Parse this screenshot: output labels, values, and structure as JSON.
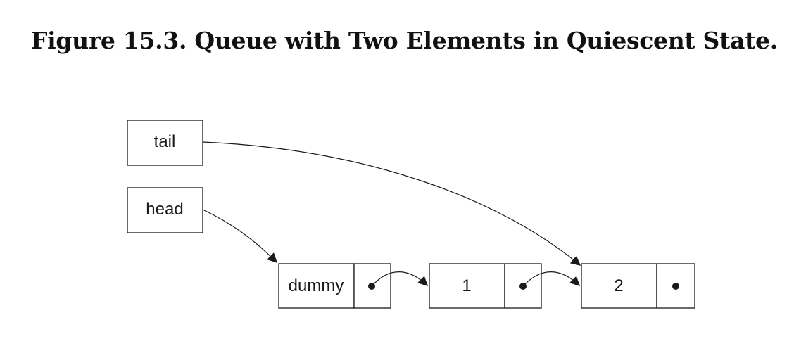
{
  "figure": {
    "title": "Figure 15.3. Queue with Two Elements in Quiescent State."
  },
  "pointers": {
    "tail_label": "tail",
    "head_label": "head"
  },
  "nodes": [
    {
      "value": "dummy"
    },
    {
      "value": "1"
    },
    {
      "value": "2"
    }
  ],
  "colors": {
    "ink": "#1a1a1a",
    "background": "#ffffff"
  }
}
